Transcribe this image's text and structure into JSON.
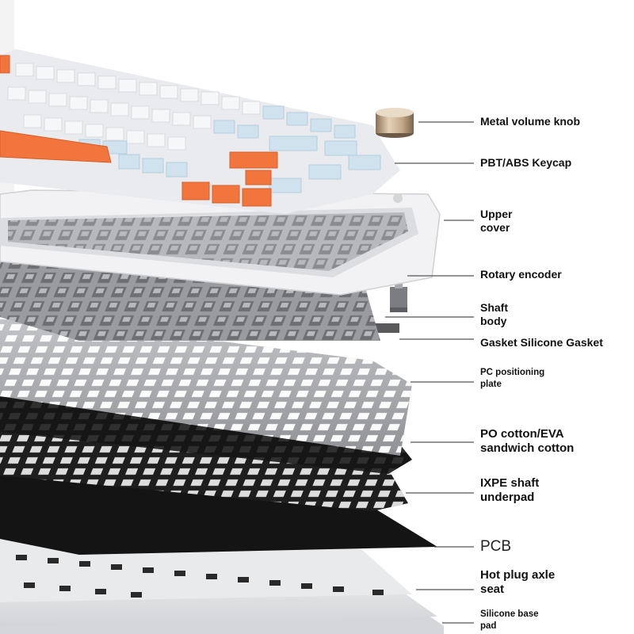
{
  "callouts": [
    {
      "id": "knob",
      "text": "Metal volume knob"
    },
    {
      "id": "keycap",
      "text": "PBT/ABS Keycap"
    },
    {
      "id": "upper",
      "text": "Upper\ncover"
    },
    {
      "id": "encoder",
      "text": "Rotary encoder"
    },
    {
      "id": "shaft",
      "text": "Shaft\nbody"
    },
    {
      "id": "gasket",
      "text": "Gasket Silicone Gasket"
    },
    {
      "id": "plate",
      "text": "PC positioning\nplate"
    },
    {
      "id": "cotton",
      "text": "PO cotton/EVA\nsandwich cotton"
    },
    {
      "id": "ixpe",
      "text": "IXPE shaft\nunderpad"
    },
    {
      "id": "pcb",
      "text": "PCB"
    },
    {
      "id": "hotplug",
      "text": "Hot plug axle\nseat"
    },
    {
      "id": "silicone",
      "text": "Silicone base\npad"
    }
  ],
  "colors": {
    "cap_white": "#f4f4f6",
    "cap_blue": "#cfe2ee",
    "cap_orange": "#f2753d",
    "frame": "#f0f0f2",
    "plate_silver": "#a9abae",
    "foam_black": "#1b1b1b",
    "pcb_black": "#161616",
    "base_gray": "#e4e5e7",
    "callout_line": "#555555"
  }
}
